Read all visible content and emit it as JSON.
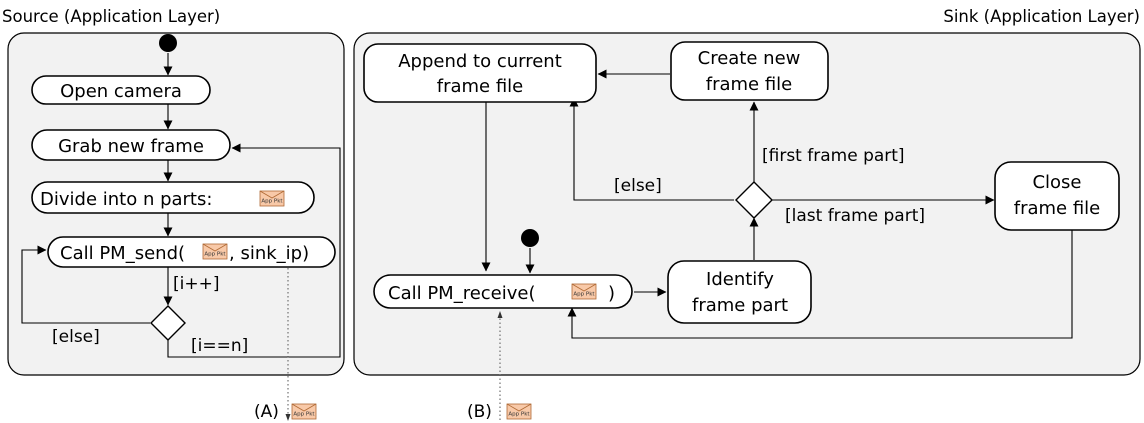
{
  "source_lane": {
    "title": "Source (Application Layer)"
  },
  "sink_lane": {
    "title": "Sink (Application Layer)"
  },
  "packet": {
    "label": "App Pkt",
    "icon": "envelope-icon",
    "color": "#f8c9a8"
  },
  "source_nodes": {
    "open_camera": "Open camera",
    "grab_frame": "Grab new frame",
    "divide": "Divide into n parts:",
    "send_prefix": "Call PM_send(",
    "send_suffix": ", sink_ip)"
  },
  "source_guards": {
    "increment": "[i++]",
    "else": "[else]",
    "done": "[i==n]"
  },
  "sink_nodes": {
    "append_line1": "Append to current",
    "append_line2": "frame file",
    "create_line1": "Create new",
    "create_line2": "frame file",
    "close_line1": "Close",
    "close_line2": "frame file",
    "identify_line1": "Identify",
    "identify_line2": "frame part",
    "receive_prefix": "Call PM_receive(",
    "receive_suffix": ")"
  },
  "sink_guards": {
    "first": "[first frame part]",
    "else": "[else]",
    "last": "[last frame part]"
  },
  "interfaces": {
    "a": "(A)",
    "b": "(B)"
  }
}
